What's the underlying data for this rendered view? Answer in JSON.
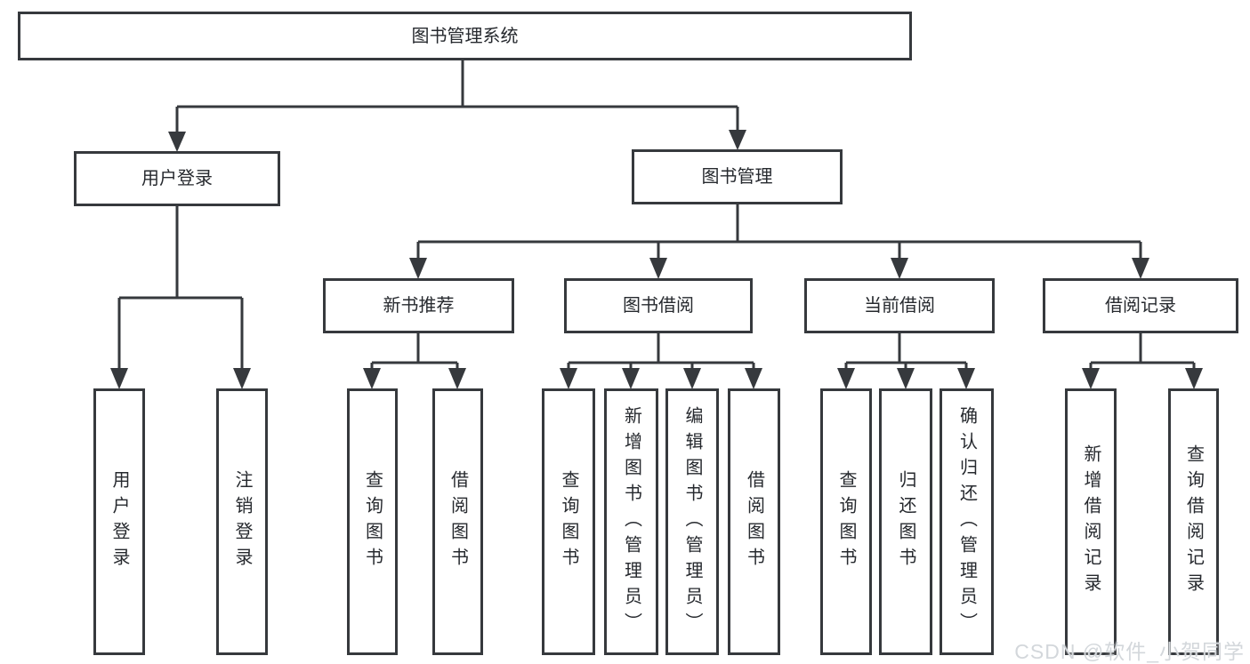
{
  "diagram": {
    "root": {
      "label": "图书管理系统"
    },
    "level2": [
      {
        "label": "用户登录"
      },
      {
        "label": "图书管理"
      }
    ],
    "level3": [
      {
        "label": "新书推荐"
      },
      {
        "label": "图书借阅"
      },
      {
        "label": "当前借阅"
      },
      {
        "label": "借阅记录"
      }
    ],
    "leaves": {
      "login": [
        {
          "label": "用户登录"
        },
        {
          "label": "注销登录"
        }
      ],
      "recommend": [
        {
          "label": "查询图书"
        },
        {
          "label": "借阅图书"
        }
      ],
      "borrow": [
        {
          "label": "查询图书"
        },
        {
          "label": "新增图书（管理员）"
        },
        {
          "label": "编辑图书（管理员）"
        },
        {
          "label": "借阅图书"
        }
      ],
      "current": [
        {
          "label": "查询图书"
        },
        {
          "label": "归还图书"
        },
        {
          "label": "确认归还（管理员）"
        }
      ],
      "records": [
        {
          "label": "新增借阅记录"
        },
        {
          "label": "查询借阅记录"
        }
      ]
    }
  },
  "watermark": {
    "text": "CSDN @软件_小贺同学"
  },
  "colors": {
    "line": "#36393d",
    "text": "#26292e",
    "background": "#ffffff",
    "watermark": "#d3d7db"
  }
}
